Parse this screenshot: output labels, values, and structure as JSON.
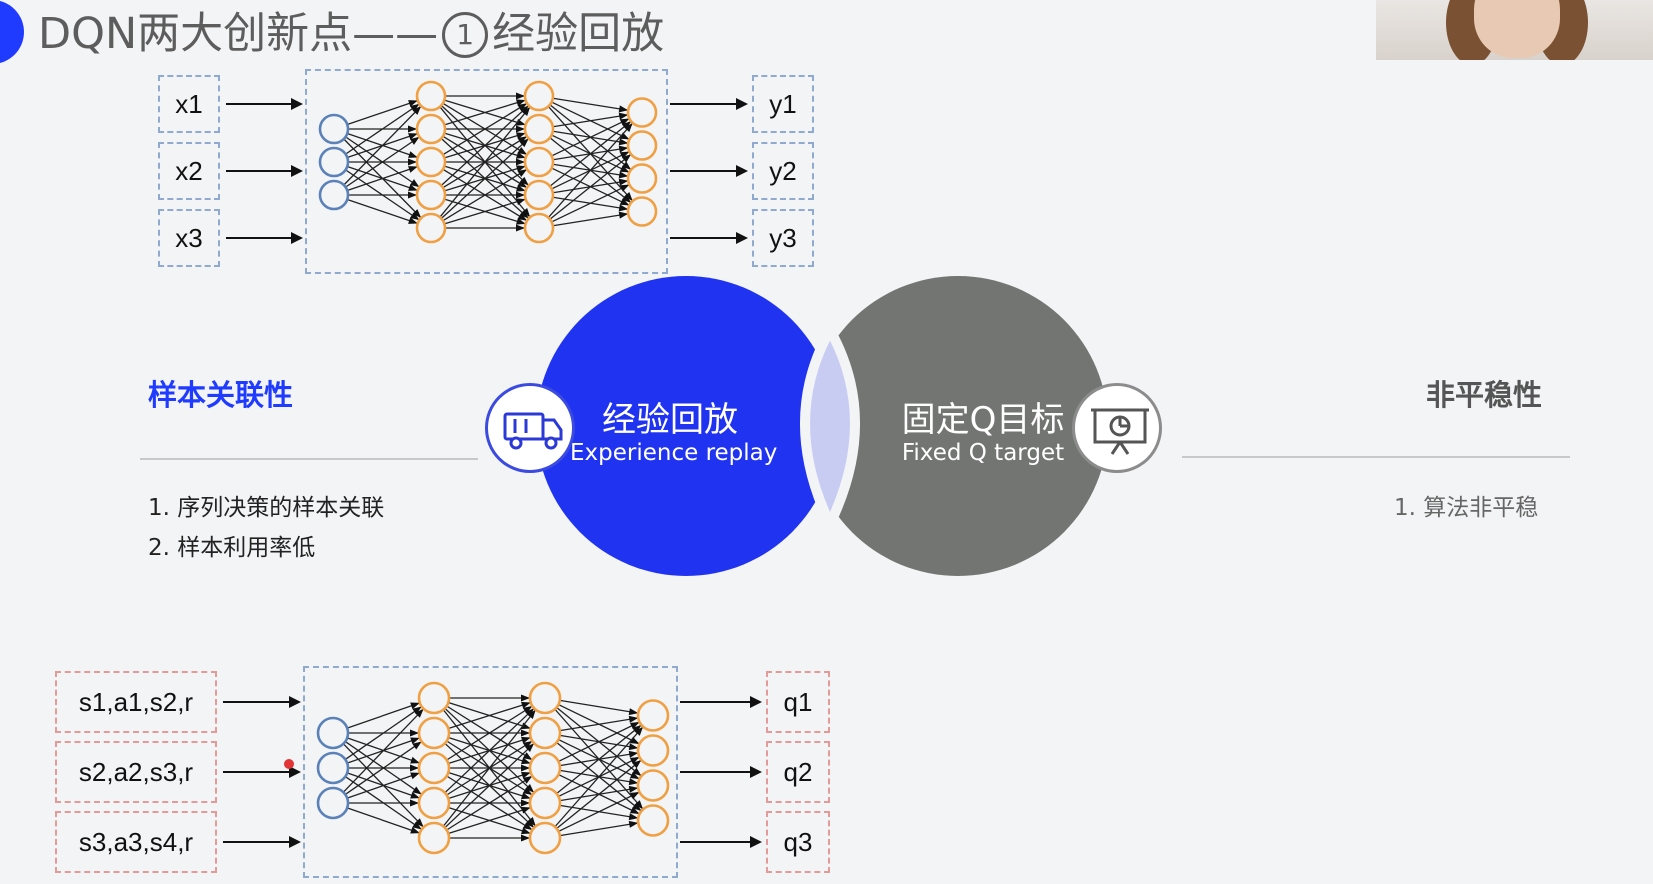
{
  "title": {
    "main": "DQN两大创新点——",
    "circled_number": "1",
    "rest": "经验回放"
  },
  "top_network": {
    "inputs": [
      "x1",
      "x2",
      "x3"
    ],
    "outputs": [
      "y1",
      "y2",
      "y3"
    ],
    "layers": [
      3,
      5,
      5,
      4
    ]
  },
  "bottom_network": {
    "inputs": [
      "s1,a1,s2,r",
      "s2,a2,s3,r",
      "s3,a3,s4,r"
    ],
    "outputs": [
      "q1",
      "q2",
      "q3"
    ],
    "layers": [
      3,
      5,
      5,
      4
    ]
  },
  "venn": {
    "left": {
      "title_cn": "经验回放",
      "title_en": "Experience replay",
      "icon": "truck-icon",
      "color": "#1f33f0"
    },
    "right": {
      "title_cn": "固定Q目标",
      "title_en": "Fixed Q target",
      "icon": "presentation-chart-icon",
      "color": "#737573"
    }
  },
  "left_panel": {
    "heading": "样本关联性",
    "items": [
      "1. 序列决策的样本关联",
      "2. 样本利用率低"
    ]
  },
  "right_panel": {
    "heading": "非平稳性",
    "items": [
      "1. 算法非平稳"
    ]
  },
  "colors": {
    "accent_blue": "#1f3bff",
    "neuron_input": "#5b82b8",
    "neuron_hidden": "#f0a042",
    "dashed_blue": "#8fa9cf",
    "dashed_red": "#e59a9a"
  }
}
